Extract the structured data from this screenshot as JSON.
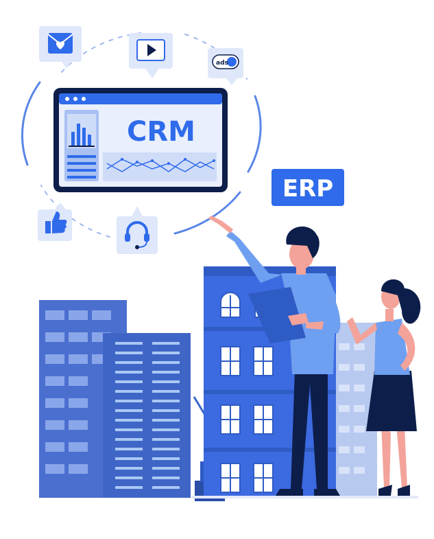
{
  "monitor": {
    "title": "CRM"
  },
  "badge": {
    "label": "ERP"
  },
  "ads_toggle": {
    "label": "ads"
  },
  "colors": {
    "primary_blue": "#2f6bea",
    "light_blue": "#dde6fa",
    "navy": "#0d1e4a",
    "building_blue": "#4a7be0",
    "skin": "#f3a39a",
    "grey_building": "#c9d5ef"
  },
  "icons": {
    "mail": "mail-heart-icon",
    "video": "video-play-icon",
    "ads": "ads-toggle-icon",
    "like": "thumbs-up-icon",
    "support": "headset-icon"
  }
}
